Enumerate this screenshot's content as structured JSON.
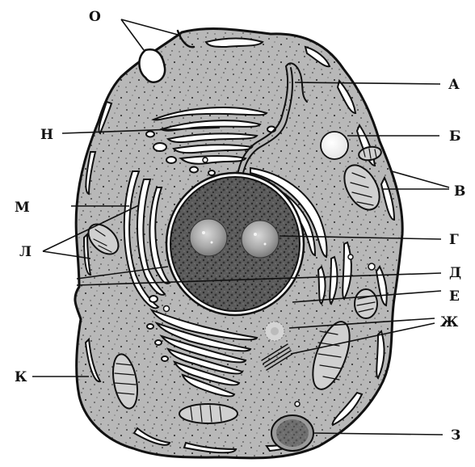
{
  "labels": {
    "O": "О",
    "A": "А",
    "N": "Н",
    "B": "Б",
    "V": "В",
    "M": "М",
    "G": "Г",
    "L": "Л",
    "D": "Д",
    "E": "Е",
    "Zh": "Ж",
    "K": "К",
    "Z": "З"
  },
  "colors": {
    "cytoplasm": "#b8b8b8",
    "nucleus": "#5a5a5a",
    "nucleolus": "#a9a9a9",
    "outline": "#111111",
    "membrane_fill": "#ffffff",
    "background": "#ffffff"
  }
}
